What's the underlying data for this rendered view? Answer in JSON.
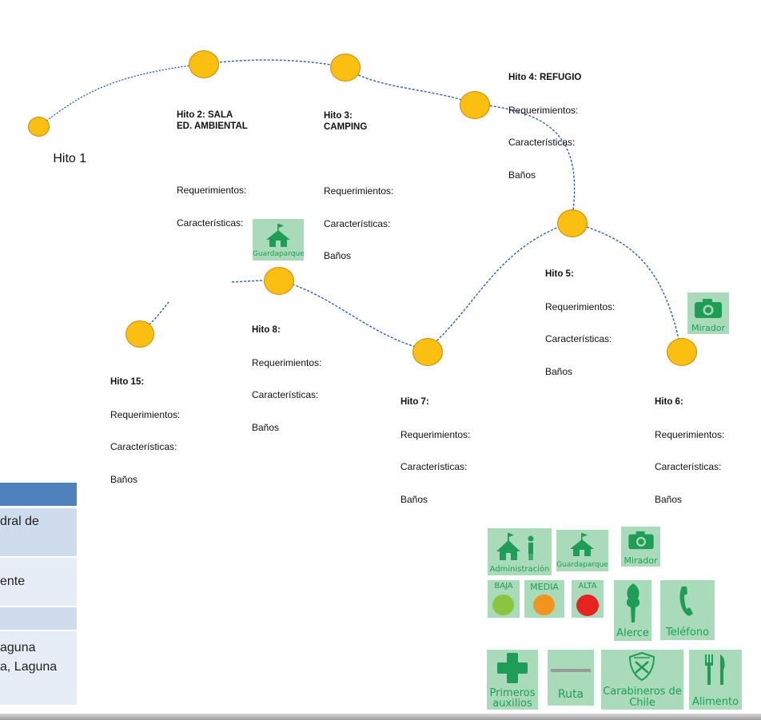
{
  "hitos": [
    {
      "id": "hito-1",
      "title": "Hito 1",
      "lines": []
    },
    {
      "id": "hito-2",
      "title": "Hito 2: SALA\nED. AMBIENTAL",
      "lines": [
        "",
        "Requerimientos:",
        "Características:"
      ]
    },
    {
      "id": "hito-3",
      "title": "Hito 3:\nCAMPING",
      "lines": [
        "",
        "Requerimientos:",
        "Características:",
        "Baños"
      ]
    },
    {
      "id": "hito-4",
      "title": "Hito 4: REFUGIO",
      "lines": [
        "Requerimientos:",
        "Características:",
        "Baños"
      ]
    },
    {
      "id": "hito-5",
      "title": "Hito 5:",
      "lines": [
        "Requerimientos:",
        "Características:",
        "Baños"
      ]
    },
    {
      "id": "hito-6",
      "title": "Hito 6:",
      "lines": [
        "Requerimientos:",
        "Características:",
        "Baños"
      ]
    },
    {
      "id": "hito-7",
      "title": "Hito 7:",
      "lines": [
        "Requerimientos:",
        "Características:",
        "Baños"
      ]
    },
    {
      "id": "hito-8",
      "title": "Hito 8:",
      "lines": [
        "Requerimientos:",
        "Características:",
        "Baños"
      ]
    },
    {
      "id": "hito-15",
      "title": "Hito 15:",
      "lines": [
        "Requerimientos:",
        "Características:",
        "Baños"
      ]
    }
  ],
  "map_icons": {
    "guardaparque": "Guardaparque",
    "mirador": "Mirador"
  },
  "table_fragment": {
    "row1": "dral de",
    "row2": "ente",
    "row3_line1": "aguna",
    "row3_line2": "a, Laguna"
  },
  "legend": {
    "administracion": "Administración",
    "guardaparque": "Guardaparque",
    "mirador": "Mirador",
    "baja": "BAJA",
    "media": "MEDIA",
    "alta": "ALTA",
    "alerce": "Alerce",
    "telefono": "Teléfono",
    "primeros_auxilios": "Primeros\nauxilios",
    "ruta": "Ruta",
    "carabineros": "Carabineros de\nChile",
    "alimento": "Alimento"
  },
  "colors": {
    "node_fill": "#fbbf12",
    "route": "#2f5fa8",
    "icon_bg": "#a9dbba",
    "icon_fg": "#1f9d57",
    "header_blue": "#4f81bd",
    "row_light": "#dbe5f1",
    "row_lighter": "#c6d5ea",
    "baja": "#8bc53f",
    "media": "#f39320",
    "alta": "#e52321"
  }
}
